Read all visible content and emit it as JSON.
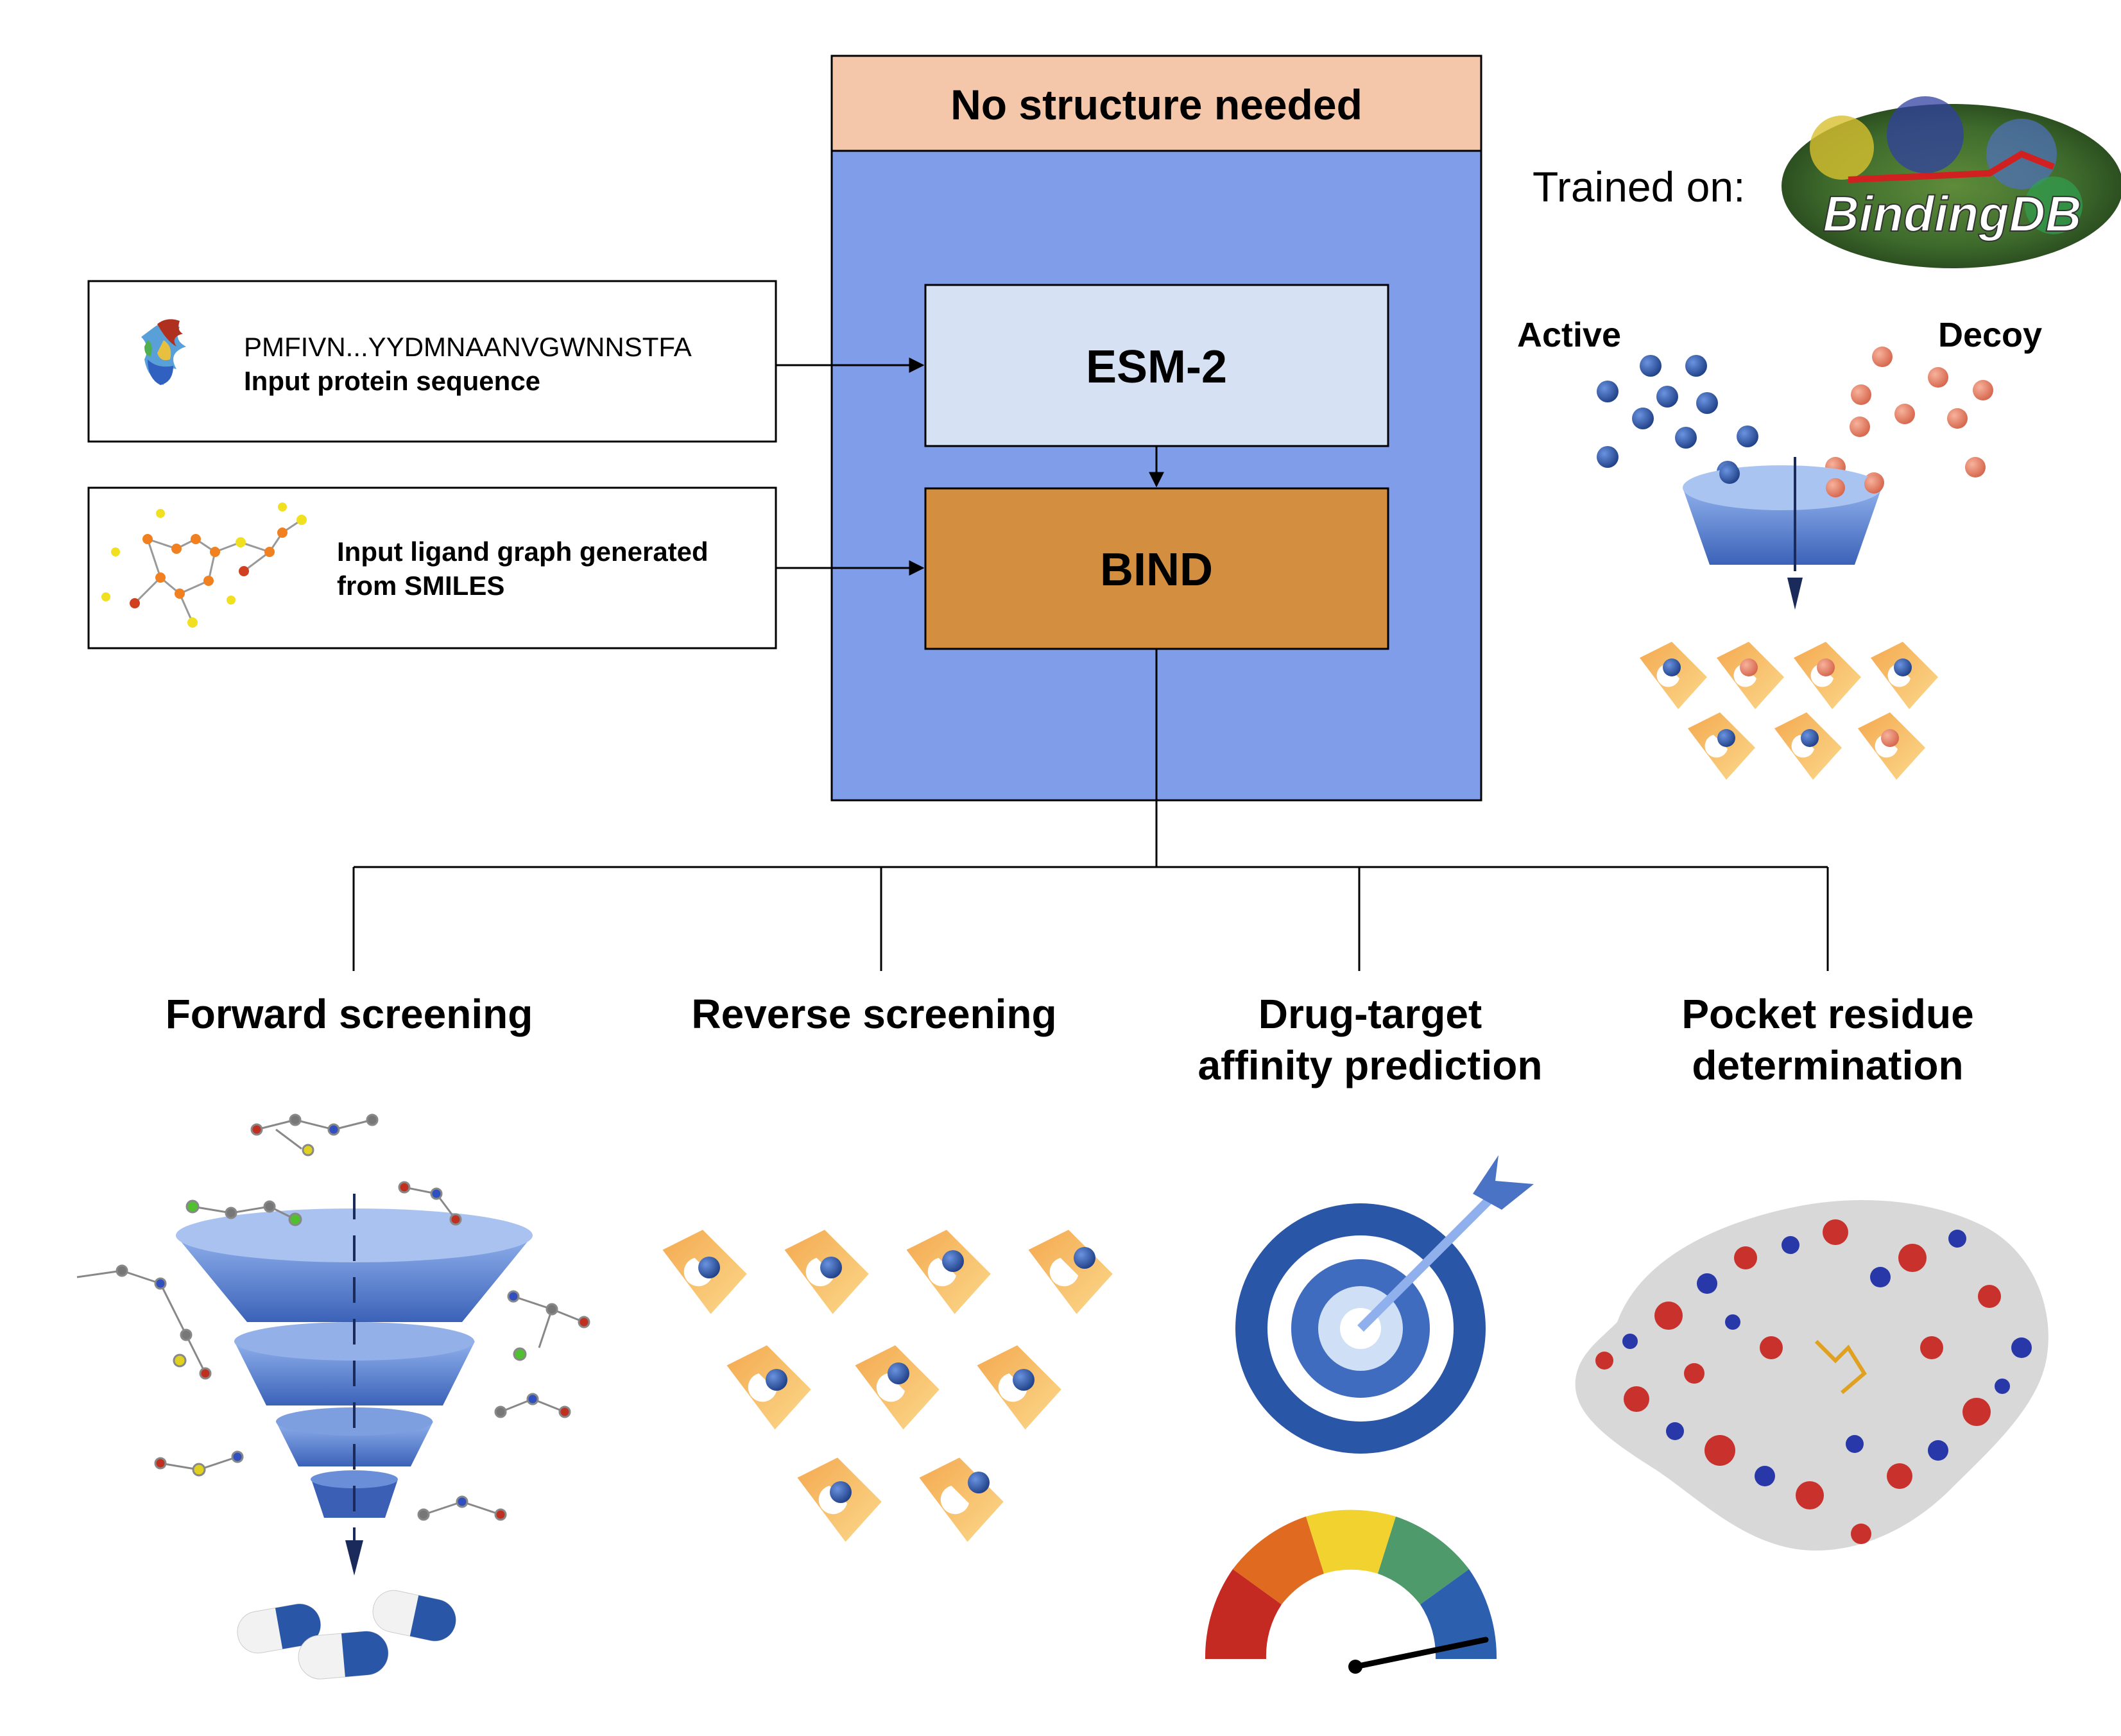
{
  "header": {
    "title": "No structure needed"
  },
  "model": {
    "esm_label": "ESM-2",
    "bind_label": "BIND"
  },
  "inputs": {
    "protein_sequence": "PMFIVN...YYDMNAANVGWNNSTFA",
    "protein_caption": "Input protein sequence",
    "ligand_caption_line1": "Input ligand graph generated",
    "ligand_caption_line2": "from SMILES"
  },
  "training": {
    "label": "Trained on:",
    "logo_text": "BindingDB",
    "active_label": "Active",
    "decoy_label": "Decoy"
  },
  "applications": [
    {
      "line1": "Forward screening",
      "line2": ""
    },
    {
      "line1": "Reverse screening",
      "line2": ""
    },
    {
      "line1": "Drug-target",
      "line2": "affinity prediction"
    },
    {
      "line1": "Pocket residue",
      "line2": "determination"
    }
  ],
  "colors": {
    "header_fill": "#f4c7aa",
    "panel_fill": "#7f9de8",
    "esm_fill": "#d6e2f4",
    "bind_fill": "#d38f3f",
    "active_ball": "#2a56a8",
    "decoy_ball": "#e8836a",
    "pocket_fill": "#f2b462"
  }
}
